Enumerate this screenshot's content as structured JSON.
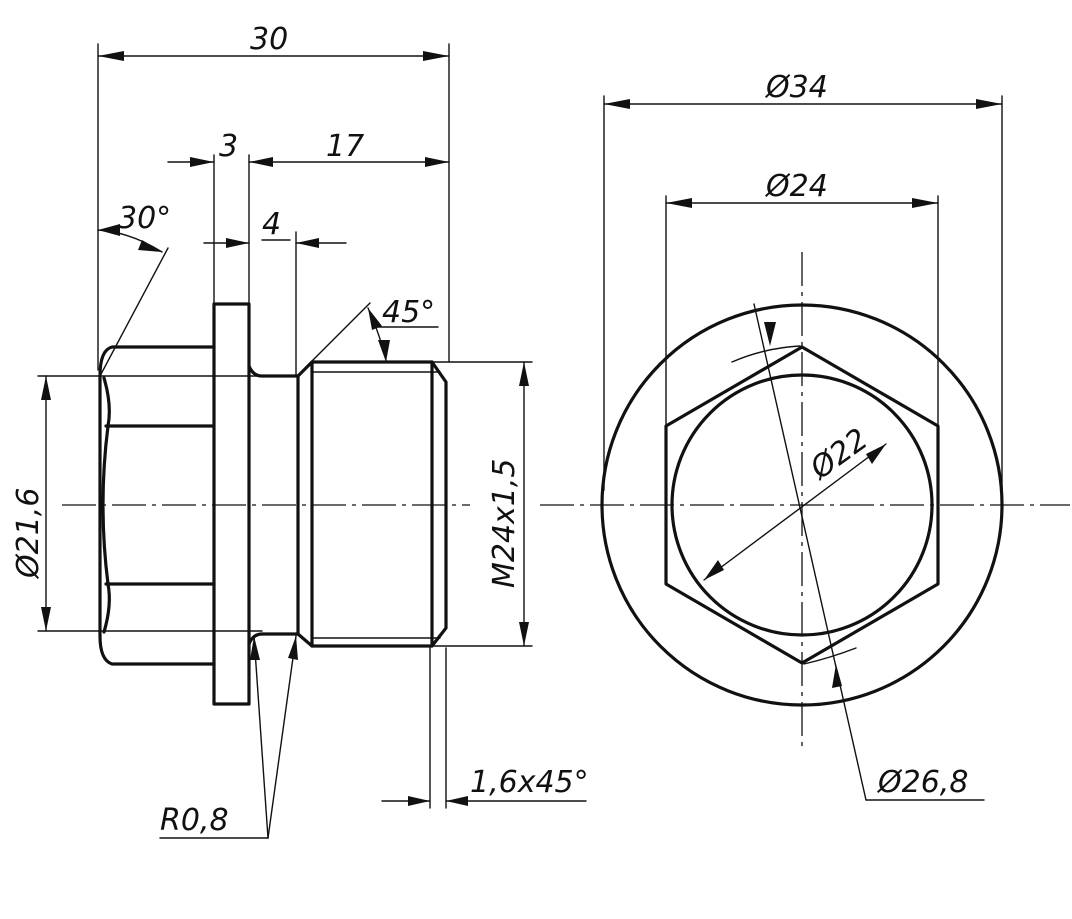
{
  "dimensions": {
    "overall_length": "30",
    "collar_width": "3",
    "thread_length": "17",
    "neck_width": "4",
    "hex_chamfer_angle": "30°",
    "thread_chamfer_angle": "45°",
    "hex_flat_diameter": "Ø21,6",
    "thread_spec": "M24x1,5",
    "thread_end_chamfer": "1,6x45°",
    "fillet_radius": "R0,8",
    "collar_diameter": "Ø34",
    "hex_across_flats": "Ø24",
    "bore_diameter": "Ø22",
    "hex_across_corners": "Ø26,8"
  }
}
